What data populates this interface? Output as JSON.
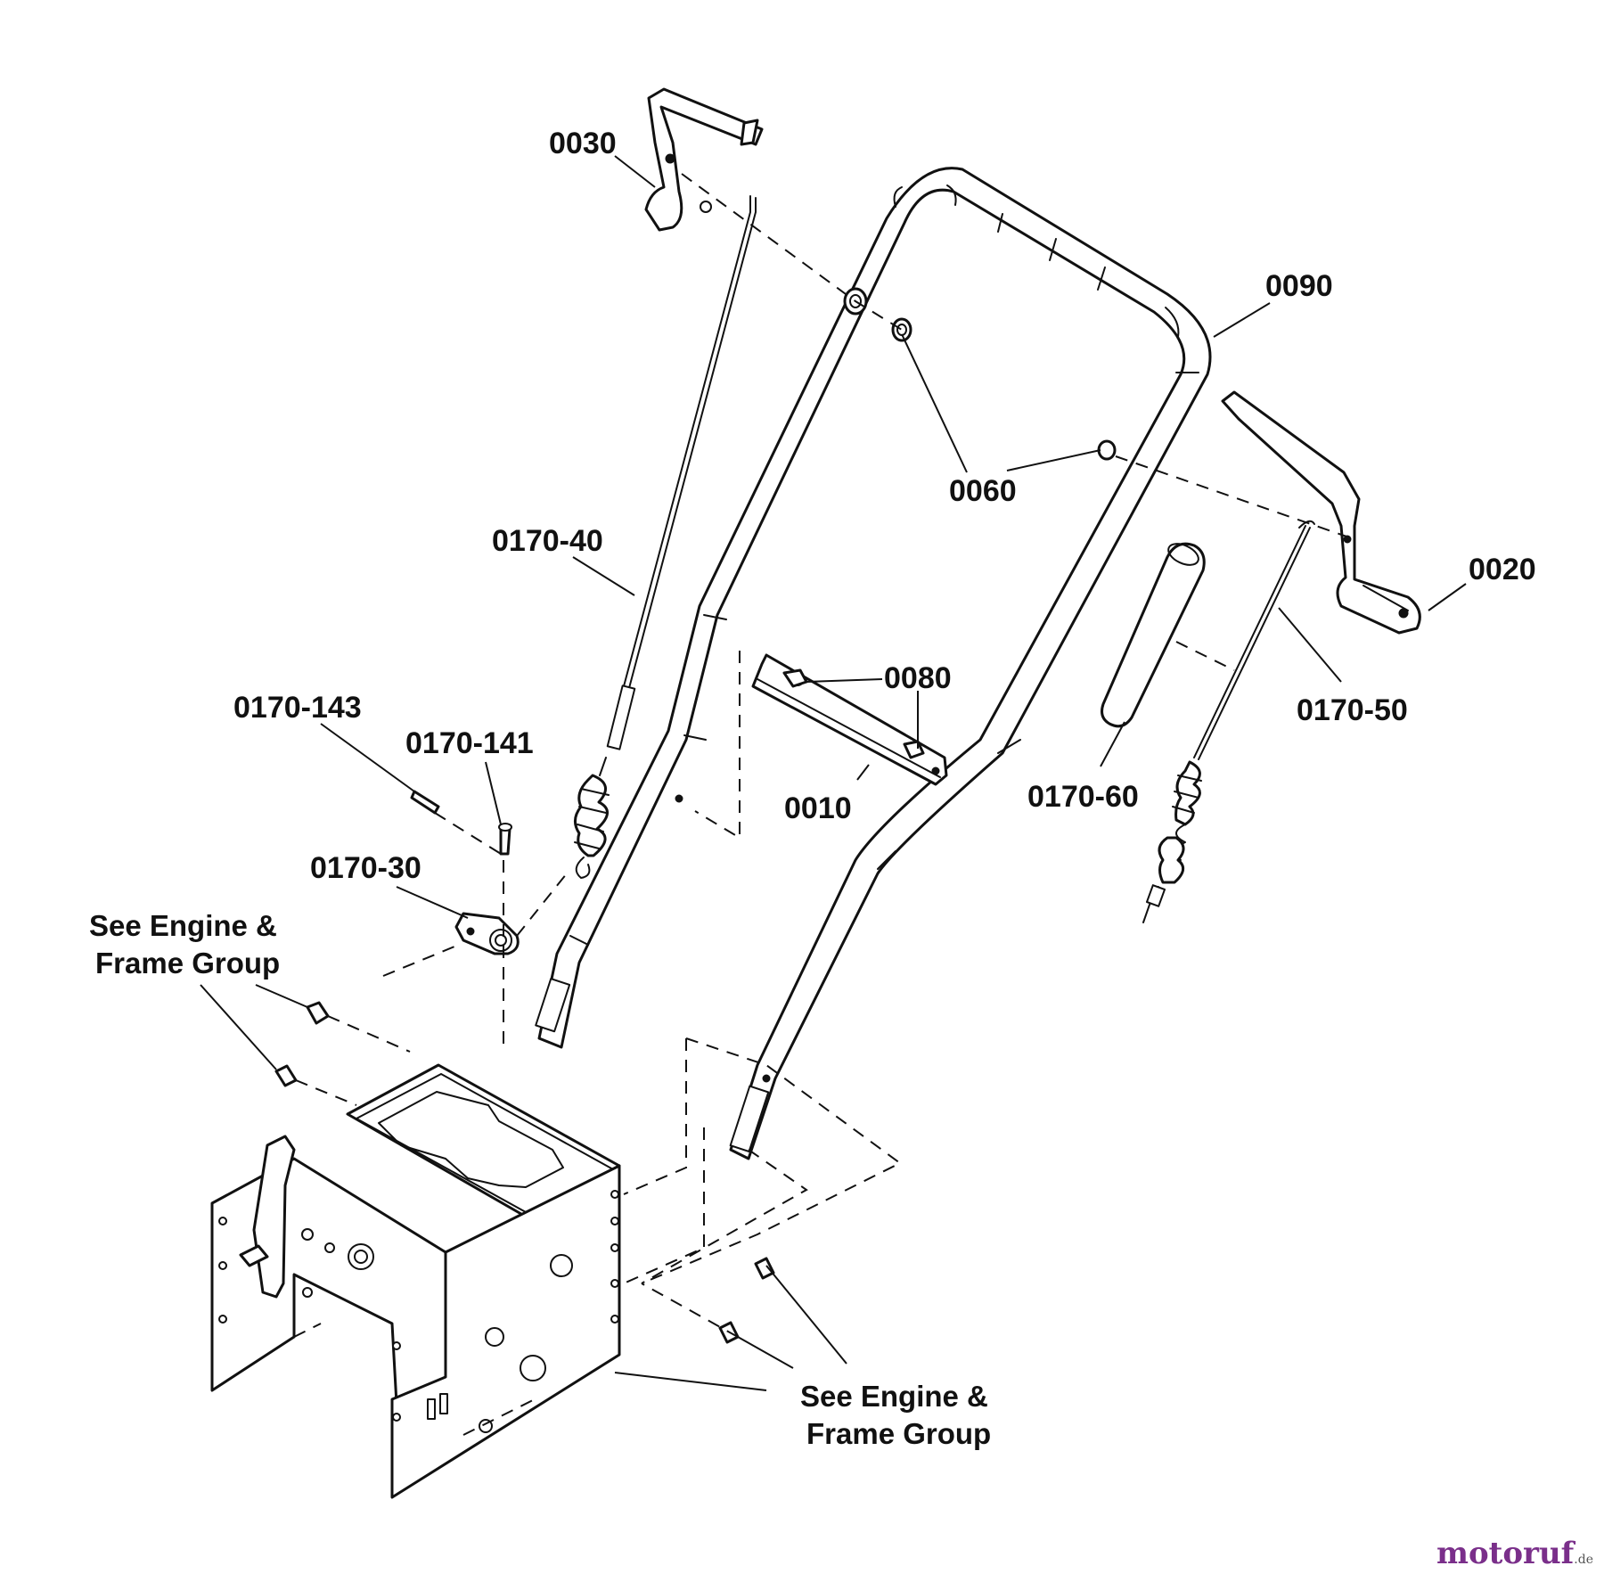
{
  "labels": {
    "p0030": "0030",
    "p0090": "0090",
    "p0060": "0060",
    "p0020": "0020",
    "p0170_40": "0170-40",
    "p0080": "0080",
    "p0010": "0010",
    "p0170_60": "0170-60",
    "p0170_50": "0170-50",
    "p0170_143": "0170-143",
    "p0170_141": "0170-141",
    "p0170_30": "0170-30"
  },
  "notes": {
    "top_left_line1": "See Engine &",
    "top_left_line2": "Frame Group",
    "bottom_right_line1": "See Engine &",
    "bottom_right_line2": "Frame Group"
  },
  "watermark": {
    "brand_main": "motoruf",
    "tld": ".de"
  },
  "colors": {
    "ink": "#111111",
    "background": "#ffffff",
    "watermark_purple": "#7a2f8a",
    "watermark_orange": "#e38b1a"
  }
}
